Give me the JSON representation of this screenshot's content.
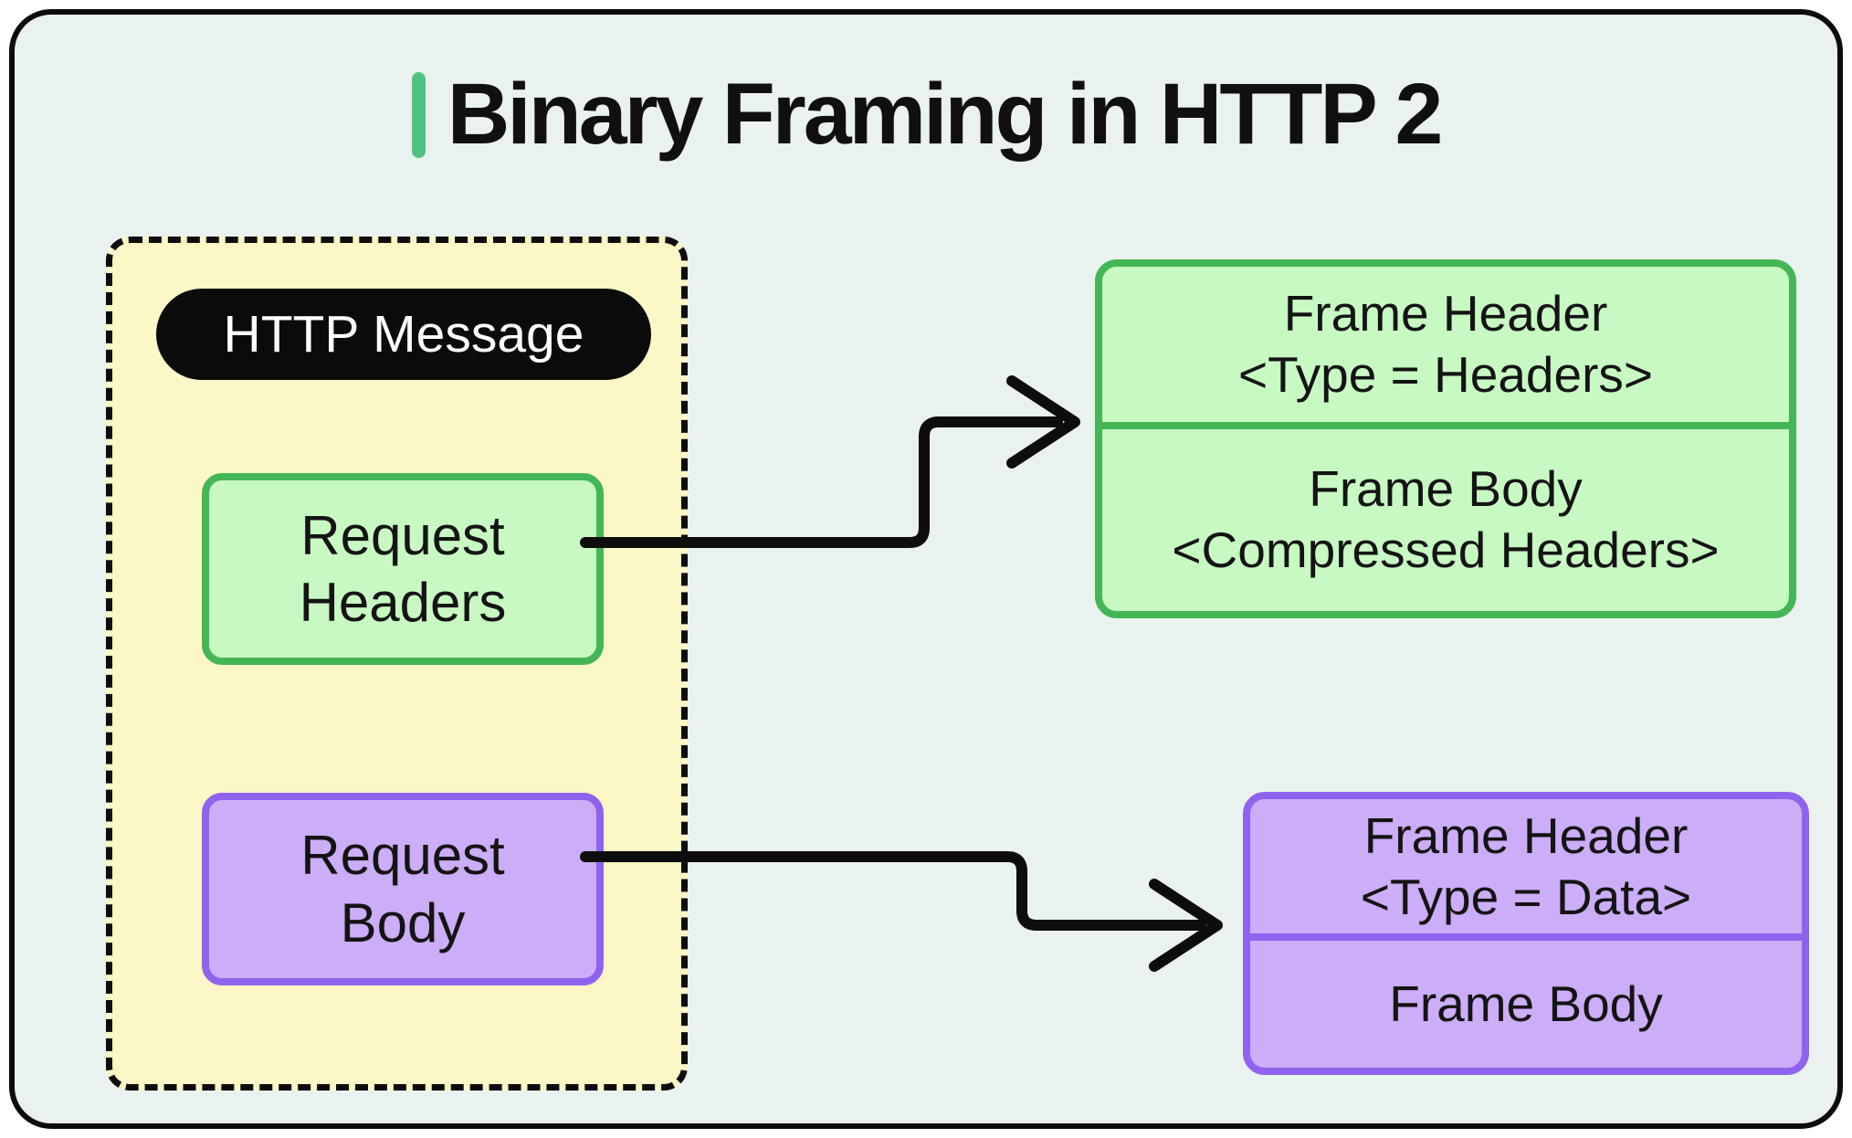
{
  "title": "Binary Framing in HTTP 2",
  "http_message": {
    "label": "HTTP Message",
    "request_headers": {
      "line1": "Request",
      "line2": "Headers"
    },
    "request_body": {
      "line1": "Request",
      "line2": "Body"
    }
  },
  "headers_frame": {
    "header": {
      "line1": "Frame Header",
      "line2": "<Type = Headers>"
    },
    "body": {
      "line1": "Frame Body",
      "line2": "<Compressed Headers>"
    }
  },
  "data_frame": {
    "header": {
      "line1": "Frame Header",
      "line2": "<Type = Data>"
    },
    "body": {
      "line1": "Frame Body"
    }
  },
  "colors": {
    "card_background": "#E9F2EE",
    "accent_green": "#4FC281",
    "green_border": "#45B655",
    "green_fill": "#C8F9C3",
    "purple_border": "#8F63EE",
    "purple_fill": "#CCADF7",
    "yellow_fill": "#FBF7C6",
    "ink": "#0d0d0d"
  }
}
